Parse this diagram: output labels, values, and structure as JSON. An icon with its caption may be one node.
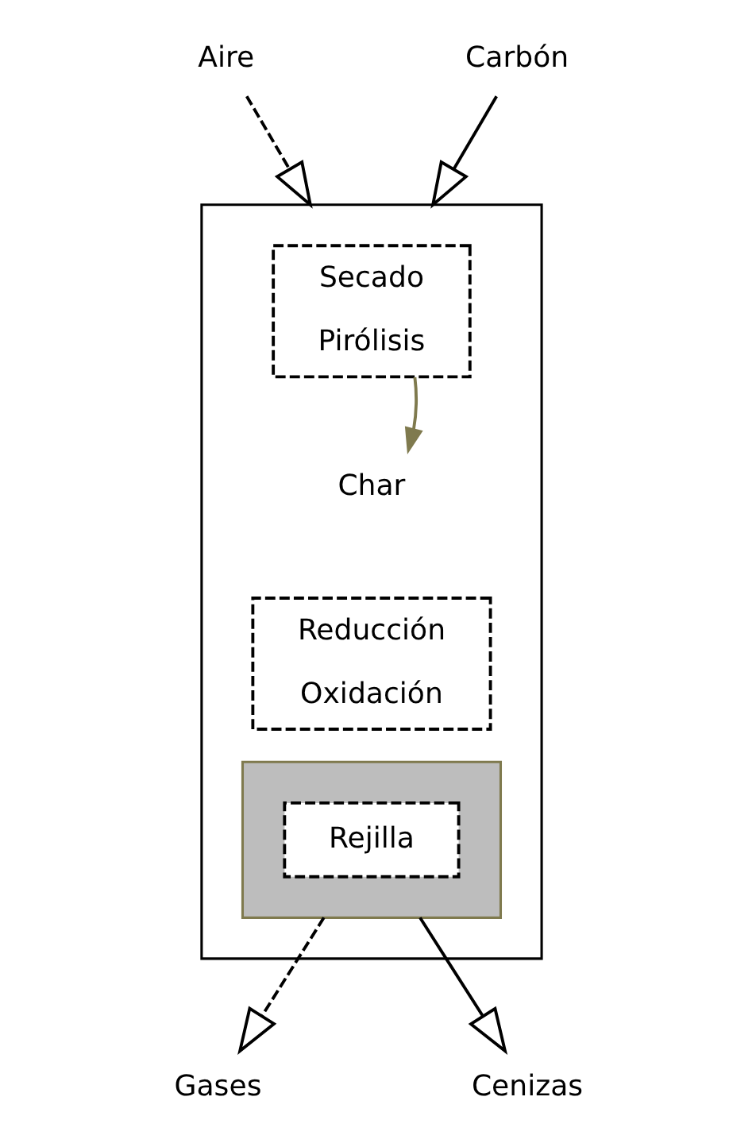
{
  "diagram": {
    "nodes": [
      {
        "text": [],
        "shape": "box"
      },
      {
        "text": [
          "Secado",
          "Pirólisis"
        ],
        "in": 0
      },
      {
        "text": [
          "Char"
        ],
        "in": 0
      },
      {
        "text": [
          "Reducción",
          "Oxidación"
        ],
        "in": 0
      },
      {
        "text": [],
        "shape": "bar",
        "in": 0
      },
      {
        "text": [
          "Rejilla"
        ],
        "in": 4
      },
      {
        "text": [
          "Aire"
        ]
      },
      {
        "text": [
          "Carbón"
        ]
      },
      {
        "text": [
          "Gases"
        ]
      },
      {
        "text": [
          "Cenizas"
        ]
      }
    ],
    "edges": [
      {
        "from": 6,
        "to": 0,
        "arrow": "to",
        "style": "dashed"
      },
      {
        "from": 7,
        "to": 0,
        "arrow": "to"
      },
      {
        "from": 1,
        "to": 2,
        "arrow": "to",
        "color": "#7f7a4e"
      },
      {
        "from": 4,
        "to": 8,
        "arrow": "to",
        "style": "dashed"
      },
      {
        "from": 4,
        "to": 9,
        "arrow": "to"
      }
    ]
  }
}
